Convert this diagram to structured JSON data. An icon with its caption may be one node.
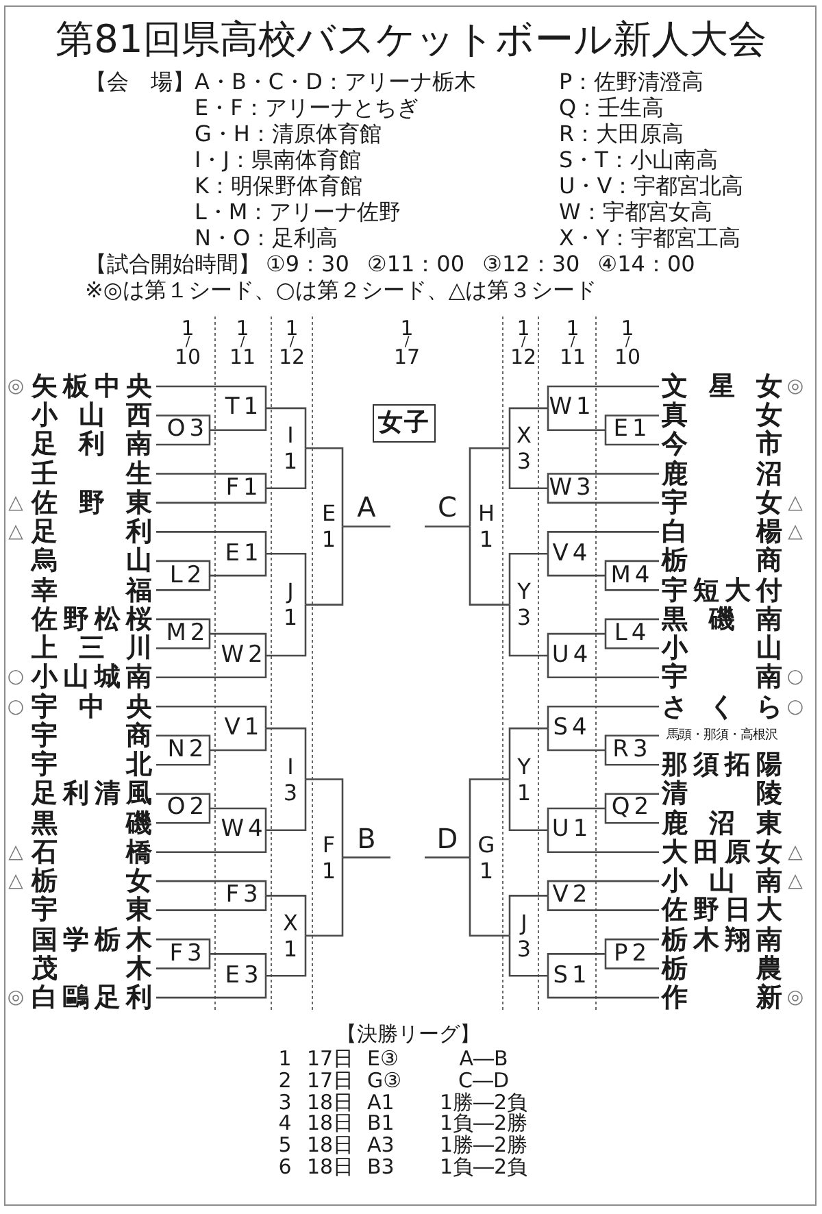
{
  "diagram": {
    "title": "第81回県高校バスケットボール新人大会",
    "nodes": [
      {
        "text": [
          "女子"
        ]
      },
      {
        "text": [
          "矢板中央"
        ],
        "beside": [
          "◎"
        ]
      },
      {
        "text": [
          "小山西"
        ]
      },
      {
        "text": [
          "足利南"
        ]
      },
      {
        "text": [
          "壬生"
        ]
      },
      {
        "text": [
          "佐野東"
        ],
        "beside": [
          "△"
        ]
      },
      {
        "text": [
          "足利"
        ],
        "beside": [
          "△"
        ]
      },
      {
        "text": [
          "烏山"
        ]
      },
      {
        "text": [
          "幸福"
        ]
      },
      {
        "text": [
          "佐野松桜"
        ]
      },
      {
        "text": [
          "上三川"
        ]
      },
      {
        "text": [
          "小山城南"
        ],
        "beside": [
          "○"
        ]
      },
      {
        "text": [
          "宇中央"
        ],
        "beside": [
          "○"
        ]
      },
      {
        "text": [
          "宇商"
        ]
      },
      {
        "text": [
          "宇北"
        ]
      },
      {
        "text": [
          "足利清風"
        ]
      },
      {
        "text": [
          "黒磯"
        ]
      },
      {
        "text": [
          "石橋"
        ],
        "beside": [
          "△"
        ]
      },
      {
        "text": [
          "栃女"
        ],
        "beside": [
          "△"
        ]
      },
      {
        "text": [
          "宇東"
        ]
      },
      {
        "text": [
          "国学栃木"
        ]
      },
      {
        "text": [
          "茂木"
        ]
      },
      {
        "text": [
          "白鷗足利"
        ],
        "beside": [
          "◎"
        ]
      },
      {
        "text": [
          "O3"
        ]
      },
      {
        "text": [
          "T1"
        ]
      },
      {
        "text": [
          "F1"
        ]
      },
      {
        "text": [
          "I1"
        ]
      },
      {
        "text": [
          "L2"
        ]
      },
      {
        "text": [
          "E1"
        ]
      },
      {
        "text": [
          "M2"
        ]
      },
      {
        "text": [
          "W2"
        ]
      },
      {
        "text": [
          "J1"
        ]
      },
      {
        "text": [
          "E1"
        ]
      },
      {
        "text": [
          "N2"
        ]
      },
      {
        "text": [
          "V1"
        ]
      },
      {
        "text": [
          "O2"
        ]
      },
      {
        "text": [
          "W4"
        ]
      },
      {
        "text": [
          "I3"
        ]
      },
      {
        "text": [
          "F3"
        ]
      },
      {
        "text": [
          "F3"
        ]
      },
      {
        "text": [
          "E3"
        ]
      },
      {
        "text": [
          "X1"
        ]
      },
      {
        "text": [
          "F1"
        ]
      },
      {
        "text": [
          "文星女"
        ],
        "beside": [
          "◎"
        ]
      },
      {
        "text": [
          "真女"
        ]
      },
      {
        "text": [
          "今市"
        ]
      },
      {
        "text": [
          "鹿沼"
        ]
      },
      {
        "text": [
          "宇女"
        ],
        "beside": [
          "△"
        ]
      },
      {
        "text": [
          "白楊"
        ],
        "beside": [
          "△"
        ]
      },
      {
        "text": [
          "栃商"
        ]
      },
      {
        "text": [
          "宇短大付"
        ]
      },
      {
        "text": [
          "黒磯南"
        ]
      },
      {
        "text": [
          "小山"
        ]
      },
      {
        "text": [
          "宇南"
        ],
        "beside": [
          "○"
        ]
      },
      {
        "text": [
          "さくら"
        ],
        "beside": [
          "○"
        ]
      },
      {
        "text": [
          "馬頭・那須・高根沢"
        ]
      },
      {
        "text": [
          "那須拓陽"
        ]
      },
      {
        "text": [
          "清陵"
        ]
      },
      {
        "text": [
          "鹿沼東"
        ]
      },
      {
        "text": [
          "大田原女"
        ],
        "beside": [
          "△"
        ]
      },
      {
        "text": [
          "小山南"
        ],
        "beside": [
          "△"
        ]
      },
      {
        "text": [
          "佐野日大"
        ]
      },
      {
        "text": [
          "栃木翔南"
        ]
      },
      {
        "text": [
          "栃農"
        ]
      },
      {
        "text": [
          "作新"
        ],
        "beside": [
          "◎"
        ]
      },
      {
        "text": [
          "E1"
        ]
      },
      {
        "text": [
          "W1"
        ]
      },
      {
        "text": [
          "W3"
        ]
      },
      {
        "text": [
          "X3"
        ]
      },
      {
        "text": [
          "M4"
        ]
      },
      {
        "text": [
          "V4"
        ]
      },
      {
        "text": [
          "L4"
        ]
      },
      {
        "text": [
          "U4"
        ]
      },
      {
        "text": [
          "Y3"
        ]
      },
      {
        "text": [
          "H1"
        ]
      },
      {
        "text": [
          "R3"
        ]
      },
      {
        "text": [
          "S4"
        ]
      },
      {
        "text": [
          "Q2"
        ]
      },
      {
        "text": [
          "U1"
        ]
      },
      {
        "text": [
          "Y1"
        ]
      },
      {
        "text": [
          "V2"
        ]
      },
      {
        "text": [
          "P2"
        ]
      },
      {
        "text": [
          "S1"
        ]
      },
      {
        "text": [
          "J3"
        ]
      },
      {
        "text": [
          "G1"
        ]
      }
    ],
    "edges": [
      {
        "from": 2,
        "to": 23,
        "arrow": "none"
      },
      {
        "from": 3,
        "to": 23,
        "arrow": "none"
      },
      {
        "from": 1,
        "to": 24,
        "arrow": "none"
      },
      {
        "from": 23,
        "to": 24,
        "arrow": "none"
      },
      {
        "from": 4,
        "to": 25,
        "arrow": "none"
      },
      {
        "from": 5,
        "to": 25,
        "arrow": "none"
      },
      {
        "from": 24,
        "to": 26,
        "arrow": "none"
      },
      {
        "from": 25,
        "to": 26,
        "arrow": "none"
      },
      {
        "from": 7,
        "to": 27,
        "arrow": "none"
      },
      {
        "from": 8,
        "to": 27,
        "arrow": "none"
      },
      {
        "from": 6,
        "to": 28,
        "arrow": "none"
      },
      {
        "from": 27,
        "to": 28,
        "arrow": "none"
      },
      {
        "from": 9,
        "to": 29,
        "arrow": "none"
      },
      {
        "from": 10,
        "to": 29,
        "arrow": "none"
      },
      {
        "from": 29,
        "to": 30,
        "arrow": "none"
      },
      {
        "from": 11,
        "to": 30,
        "arrow": "none"
      },
      {
        "from": 28,
        "to": 31,
        "arrow": "none"
      },
      {
        "from": 30,
        "to": 31,
        "arrow": "none"
      },
      {
        "from": 26,
        "to": 32,
        "arrow": "none"
      },
      {
        "from": 31,
        "to": 32,
        "arrow": "none"
      },
      {
        "from": 32,
        "to": null,
        "arrow": "none",
        "label": "A"
      },
      {
        "from": 13,
        "to": 33,
        "arrow": "none"
      },
      {
        "from": 14,
        "to": 33,
        "arrow": "none"
      },
      {
        "from": 12,
        "to": 34,
        "arrow": "none"
      },
      {
        "from": 33,
        "to": 34,
        "arrow": "none"
      },
      {
        "from": 15,
        "to": 35,
        "arrow": "none"
      },
      {
        "from": 16,
        "to": 35,
        "arrow": "none"
      },
      {
        "from": 35,
        "to": 36,
        "arrow": "none"
      },
      {
        "from": 17,
        "to": 36,
        "arrow": "none"
      },
      {
        "from": 34,
        "to": 37,
        "arrow": "none"
      },
      {
        "from": 36,
        "to": 37,
        "arrow": "none"
      },
      {
        "from": 18,
        "to": 38,
        "arrow": "none"
      },
      {
        "from": 19,
        "to": 38,
        "arrow": "none"
      },
      {
        "from": 20,
        "to": 39,
        "arrow": "none"
      },
      {
        "from": 21,
        "to": 39,
        "arrow": "none"
      },
      {
        "from": 39,
        "to": 40,
        "arrow": "none"
      },
      {
        "from": 22,
        "to": 40,
        "arrow": "none"
      },
      {
        "from": 38,
        "to": 41,
        "arrow": "none"
      },
      {
        "from": 40,
        "to": 41,
        "arrow": "none"
      },
      {
        "from": 37,
        "to": 42,
        "arrow": "none"
      },
      {
        "from": 41,
        "to": 42,
        "arrow": "none"
      },
      {
        "from": 42,
        "to": null,
        "arrow": "none",
        "label": "B"
      },
      {
        "from": 44,
        "to": 65,
        "arrow": "none"
      },
      {
        "from": 45,
        "to": 65,
        "arrow": "none"
      },
      {
        "from": 43,
        "to": 66,
        "arrow": "none"
      },
      {
        "from": 65,
        "to": 66,
        "arrow": "none"
      },
      {
        "from": 46,
        "to": 67,
        "arrow": "none"
      },
      {
        "from": 47,
        "to": 67,
        "arrow": "none"
      },
      {
        "from": 66,
        "to": 68,
        "arrow": "none"
      },
      {
        "from": 67,
        "to": 68,
        "arrow": "none"
      },
      {
        "from": 49,
        "to": 69,
        "arrow": "none"
      },
      {
        "from": 50,
        "to": 69,
        "arrow": "none"
      },
      {
        "from": 48,
        "to": 70,
        "arrow": "none"
      },
      {
        "from": 69,
        "to": 70,
        "arrow": "none"
      },
      {
        "from": 51,
        "to": 71,
        "arrow": "none"
      },
      {
        "from": 52,
        "to": 71,
        "arrow": "none"
      },
      {
        "from": 71,
        "to": 72,
        "arrow": "none"
      },
      {
        "from": 53,
        "to": 72,
        "arrow": "none"
      },
      {
        "from": 70,
        "to": 73,
        "arrow": "none"
      },
      {
        "from": 72,
        "to": 73,
        "arrow": "none"
      },
      {
        "from": 68,
        "to": 74,
        "arrow": "none"
      },
      {
        "from": 73,
        "to": 74,
        "arrow": "none"
      },
      {
        "from": 74,
        "to": null,
        "arrow": "none",
        "label": "C"
      },
      {
        "from": 55,
        "to": 75,
        "arrow": "none"
      },
      {
        "from": 56,
        "to": 75,
        "arrow": "none"
      },
      {
        "from": 54,
        "to": 76,
        "arrow": "none"
      },
      {
        "from": 75,
        "to": 76,
        "arrow": "none"
      },
      {
        "from": 57,
        "to": 77,
        "arrow": "none"
      },
      {
        "from": 58,
        "to": 77,
        "arrow": "none"
      },
      {
        "from": 77,
        "to": 78,
        "arrow": "none"
      },
      {
        "from": 59,
        "to": 78,
        "arrow": "none"
      },
      {
        "from": 76,
        "to": 79,
        "arrow": "none"
      },
      {
        "from": 78,
        "to": 79,
        "arrow": "none"
      },
      {
        "from": 60,
        "to": 80,
        "arrow": "none"
      },
      {
        "from": 61,
        "to": 80,
        "arrow": "none"
      },
      {
        "from": 62,
        "to": 81,
        "arrow": "none"
      },
      {
        "from": 63,
        "to": 81,
        "arrow": "none"
      },
      {
        "from": 81,
        "to": 82,
        "arrow": "none"
      },
      {
        "from": 64,
        "to": 82,
        "arrow": "none"
      },
      {
        "from": 80,
        "to": 83,
        "arrow": "none"
      },
      {
        "from": 82,
        "to": 83,
        "arrow": "none"
      },
      {
        "from": 79,
        "to": 84,
        "arrow": "none"
      },
      {
        "from": 83,
        "to": 84,
        "arrow": "none"
      },
      {
        "from": 84,
        "to": null,
        "arrow": "none",
        "label": "D"
      }
    ],
    "labels": [
      "【会　場】",
      "A・B・C・D：アリーナ栃木",
      "P：佐野清澄高",
      "E・F：アリーナとちぎ",
      "Q：壬生高",
      "G・H：清原体育館",
      "R：大田原高",
      "I・J：県南体育館",
      "S・T：小山南高",
      "K：明保野体育館",
      "U・V：宇都宮北高",
      "L・M：アリーナ佐野",
      "W：宇都宮女高",
      "N・O：足利高",
      "X・Y：宇都宮工高",
      "【試合開始時間】",
      "①9：30 ②11：00 ③12：30 ④14：00",
      "※◎は第１シード、○は第２シード、△は第３シード",
      "$^{1}$/$_{10}$",
      "$^{1}$/$_{11}$",
      "$^{1}$/$_{12}$",
      "$^{1}$/$_{17}$",
      "$^{1}$/$_{12}$",
      "$^{1}$/$_{11}$",
      "$^{1}$/$_{10}$",
      "【決勝リーグ】",
      "1",
      "17日",
      "E③",
      "A―B",
      "2",
      "17日",
      "G③",
      "C―D",
      "3",
      "18日",
      "A1",
      "1勝―2負",
      "4",
      "18日",
      "B1",
      "1負―2勝",
      "5",
      "18日",
      "A3",
      "1勝―2勝",
      "6",
      "18日",
      "B3",
      "1負―2負"
    ]
  }
}
